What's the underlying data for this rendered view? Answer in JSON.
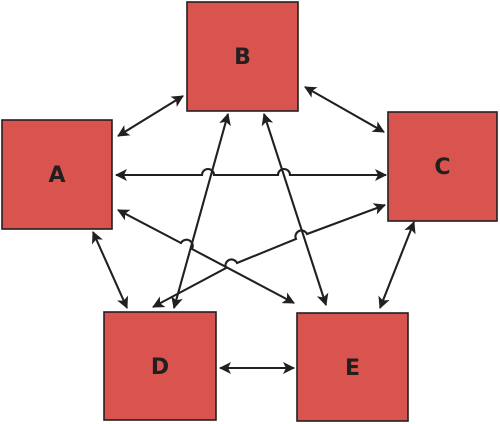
{
  "diagram": {
    "colors": {
      "node_fill": "#d9534f",
      "node_stroke": "#231f20",
      "edge": "#231f20",
      "background": "#ffffff"
    },
    "nodes": [
      {
        "id": "A",
        "label": "A"
      },
      {
        "id": "B",
        "label": "B"
      },
      {
        "id": "C",
        "label": "C"
      },
      {
        "id": "D",
        "label": "D"
      },
      {
        "id": "E",
        "label": "E"
      }
    ],
    "edges": [
      {
        "from": "A",
        "to": "B",
        "directed": "both"
      },
      {
        "from": "A",
        "to": "C",
        "directed": "both"
      },
      {
        "from": "A",
        "to": "D",
        "directed": "both"
      },
      {
        "from": "A",
        "to": "E",
        "directed": "both"
      },
      {
        "from": "B",
        "to": "C",
        "directed": "both"
      },
      {
        "from": "B",
        "to": "D",
        "directed": "both"
      },
      {
        "from": "B",
        "to": "E",
        "directed": "both"
      },
      {
        "from": "C",
        "to": "D",
        "directed": "both"
      },
      {
        "from": "C",
        "to": "E",
        "directed": "both"
      },
      {
        "from": "D",
        "to": "E",
        "directed": "both"
      }
    ]
  }
}
